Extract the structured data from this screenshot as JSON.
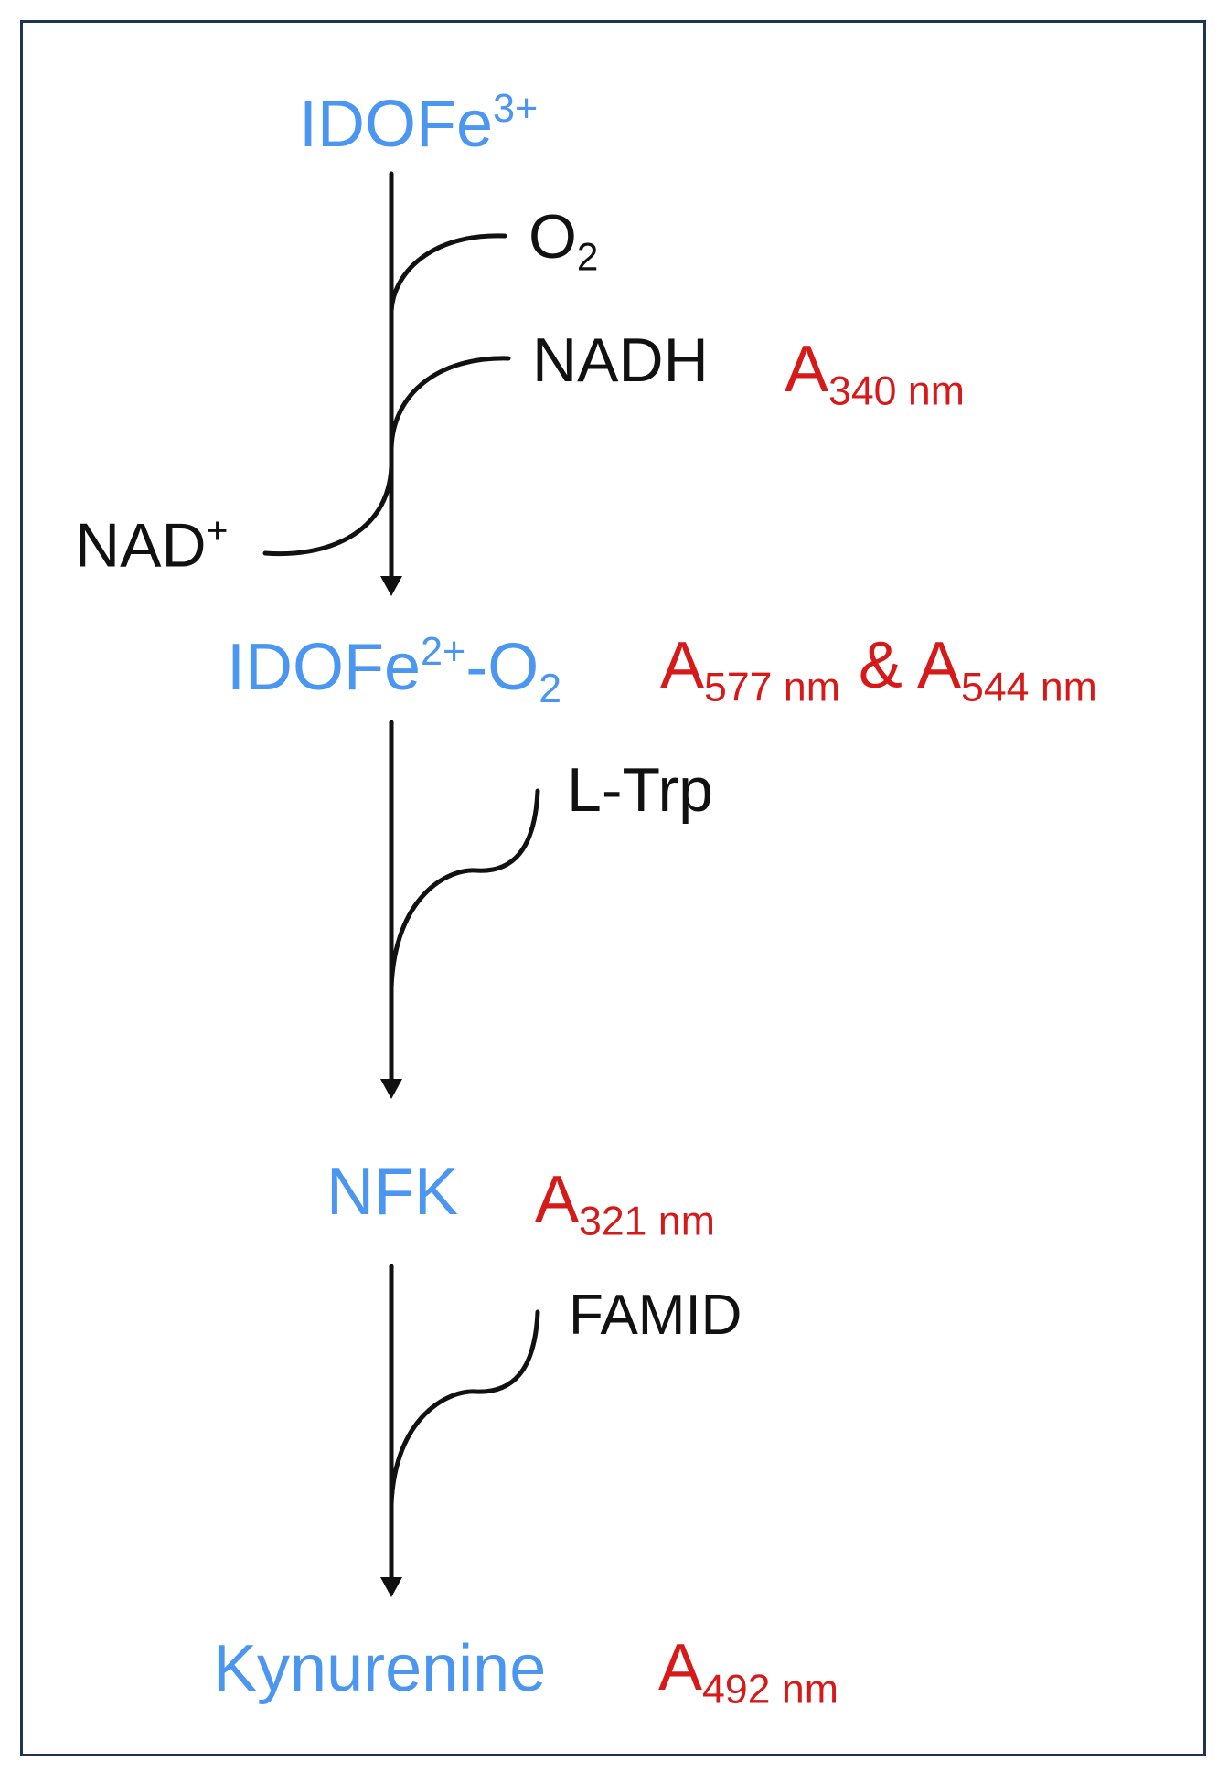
{
  "colors": {
    "species": "#4a96f0",
    "reagent": "#111111",
    "absorbance": "#d61a1a",
    "frame": "#1f3352",
    "arrow": "#111111"
  },
  "species": {
    "s1": {
      "base": "IDOFe",
      "sup": "3+"
    },
    "s2": {
      "base": "IDOFe",
      "sup": "2+",
      "mid": "-O",
      "sub": "2"
    },
    "s3": {
      "text": "NFK"
    },
    "s4": {
      "text": "Kynurenine"
    }
  },
  "reagents": {
    "o2": {
      "base": "O",
      "sub": "2"
    },
    "nadh": "NADH",
    "nad": {
      "base": "NAD",
      "sup": "+"
    },
    "ltrp": "L-Trp",
    "famid": "FAMID"
  },
  "absorbance": {
    "a340": {
      "letter": "A",
      "sub": "340 nm"
    },
    "a577": {
      "letter": "A",
      "sub": "577 nm"
    },
    "amp": "&",
    "a544": {
      "letter": "A",
      "sub": "544 nm"
    },
    "a321": {
      "letter": "A",
      "sub": "321 nm"
    },
    "a492": {
      "letter": "A",
      "sub": "492 nm"
    }
  }
}
